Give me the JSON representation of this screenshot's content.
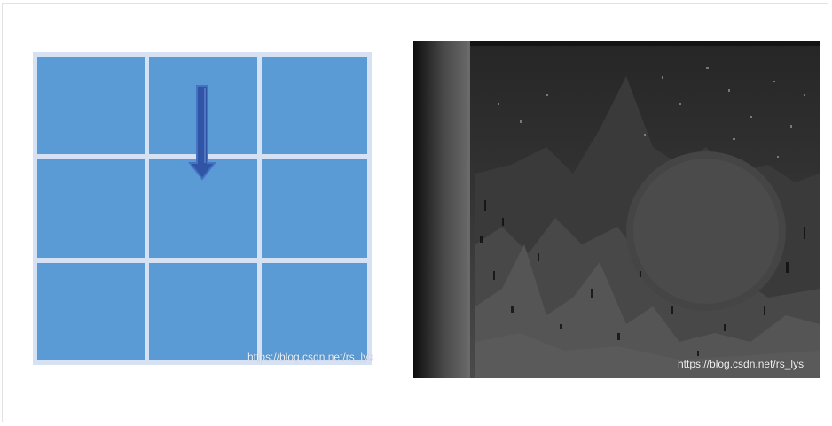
{
  "left_panel": {
    "grid_rows": 3,
    "grid_cols": 3,
    "arrow_direction": "down",
    "colors": {
      "cell": "#5b9bd5",
      "gap": "#d6e2f3",
      "arrow_fill": "#2f55a4",
      "arrow_stroke": "#4472c4"
    },
    "watermark": "https://blog.csdn.net/rs_lys"
  },
  "right_panel": {
    "watermark": "https://blog.csdn.net/rs_lys"
  }
}
